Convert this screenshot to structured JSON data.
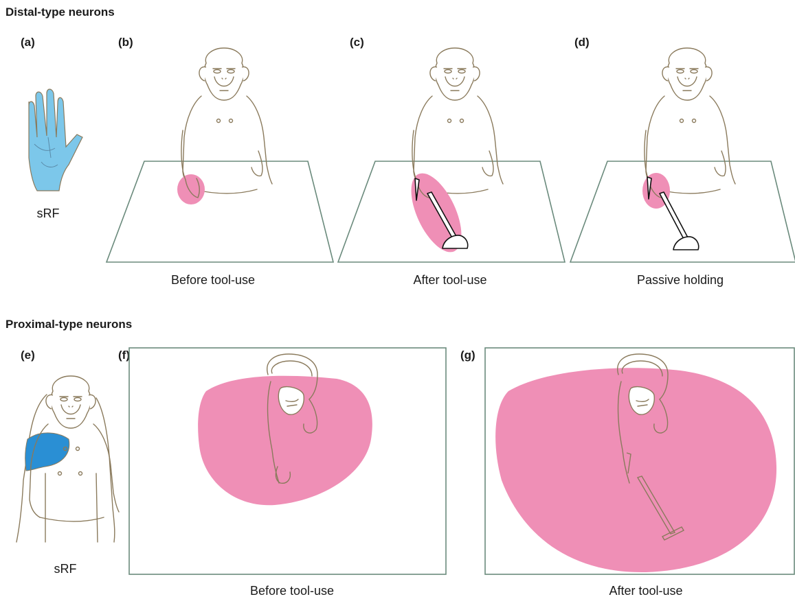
{
  "sections": {
    "distal": {
      "title": "Distal-type neurons"
    },
    "proximal": {
      "title": "Proximal-type neurons"
    }
  },
  "panels": {
    "a": {
      "label": "(a)",
      "caption": "sRF"
    },
    "b": {
      "label": "(b)",
      "caption": "Before tool-use"
    },
    "c": {
      "label": "(c)",
      "caption": "After tool-use"
    },
    "d": {
      "label": "(d)",
      "caption": "Passive holding"
    },
    "e": {
      "label": "(e)",
      "caption": "sRF"
    },
    "f": {
      "label": "(f)",
      "caption": "Before tool-use"
    },
    "g": {
      "label": "(g)",
      "caption": "After tool-use"
    }
  },
  "colors": {
    "receptive_field_pink": "#ef8fb6",
    "srf_light_blue": "#7cc7ea",
    "srf_dark_blue": "#2a8fd4",
    "line_art": "#8a7a5c",
    "table_outline": "#6a8a7c"
  }
}
